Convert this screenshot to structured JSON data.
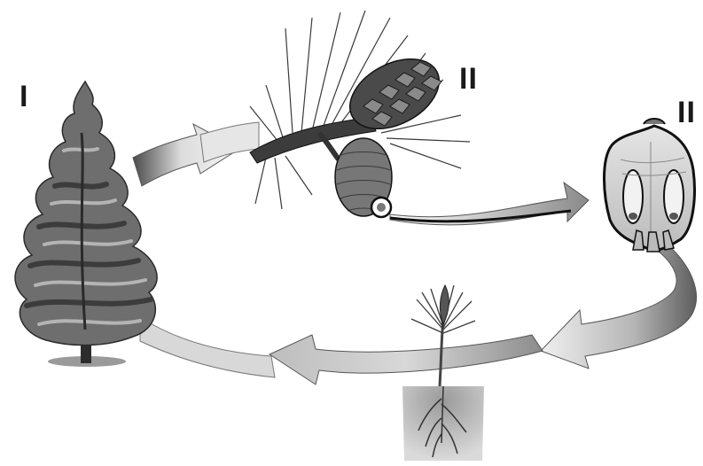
{
  "labels": {
    "tree": "I",
    "cones": "II",
    "ovule": "II"
  },
  "figures": [
    {
      "icon": "pine-tree-icon"
    },
    {
      "icon": "pine-branch-with-cones-icon"
    },
    {
      "icon": "ovule-section-icon"
    },
    {
      "icon": "seedling-icon"
    }
  ],
  "colors": {
    "arrow_light": "#f2f2f2",
    "arrow_dark": "#6e6e6e",
    "ink": "#1a1a1a"
  }
}
